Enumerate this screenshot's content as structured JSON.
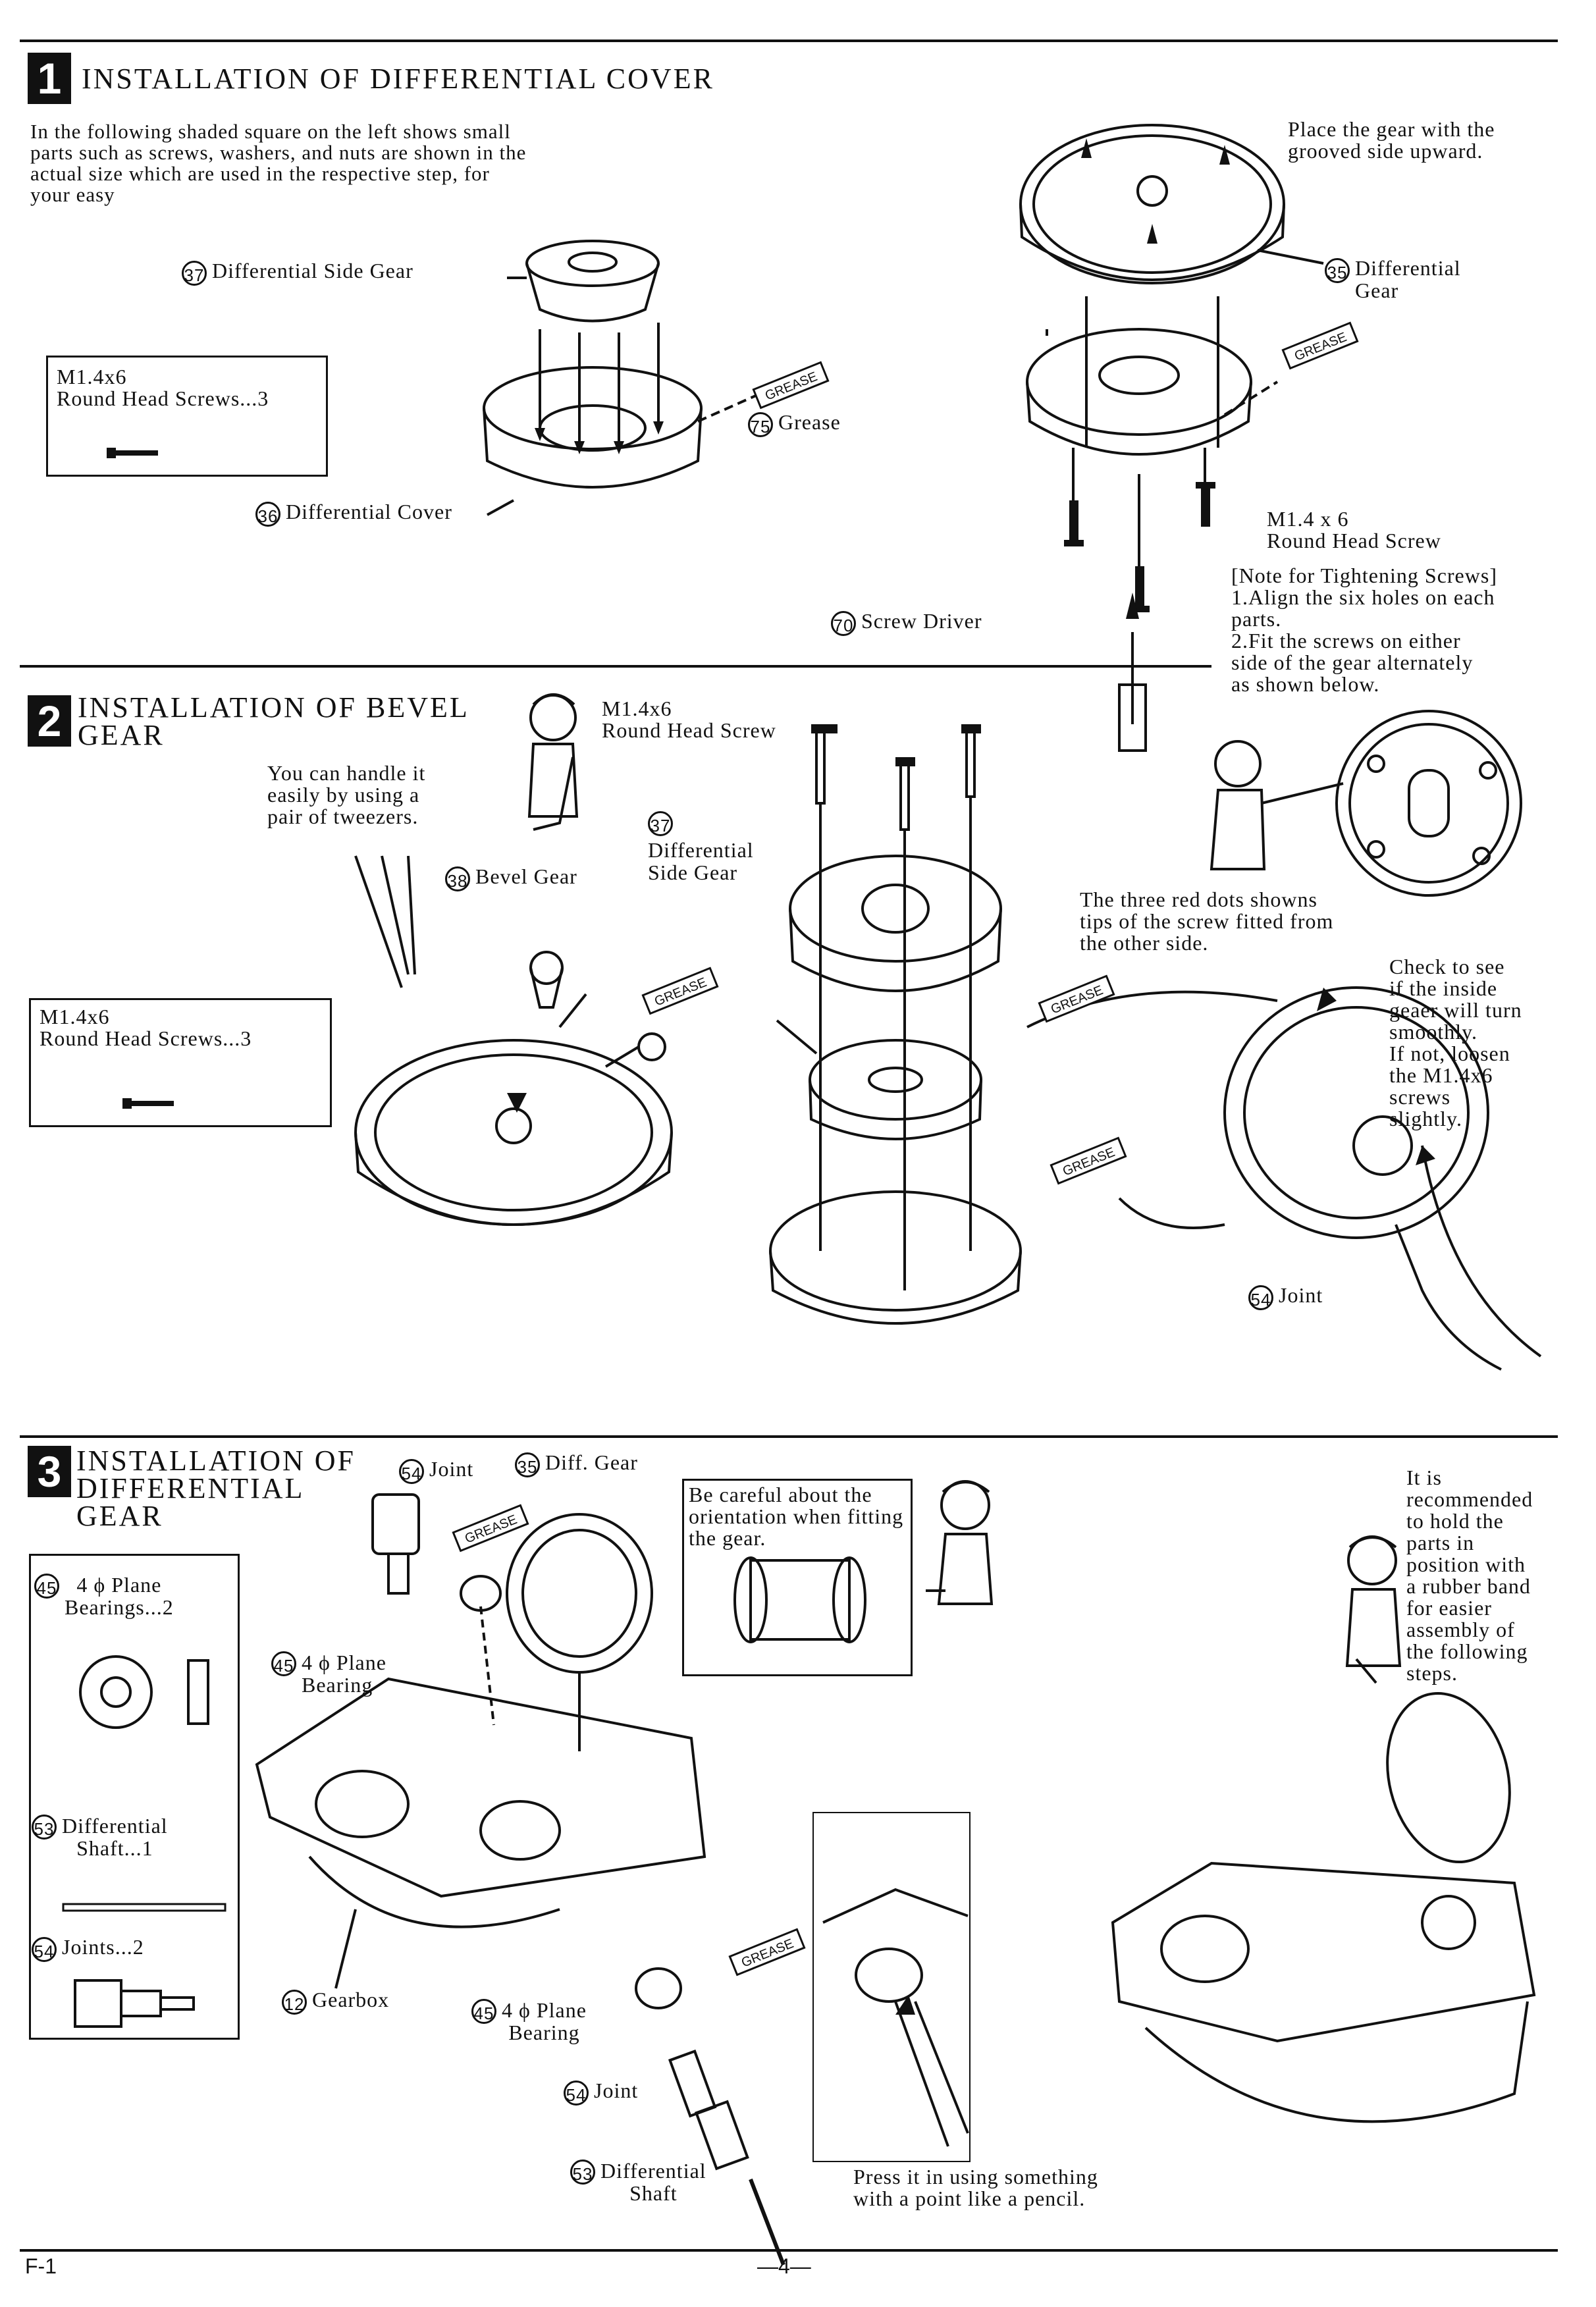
{
  "section1": {
    "number": "1",
    "title": "INSTALLATION OF DIFFERENTIAL COVER",
    "intro": "In the following shaded square on the left shows small\nparts such as screws, washers, and nuts are shown in the\nactual size which are used in the respective step, for\nyour easy",
    "parts_box": "M1.4x6\nRound Head Screws...3",
    "label_side_gear": {
      "num": "37",
      "text": "Differential Side Gear"
    },
    "label_grease": {
      "num": "75",
      "text": "Grease"
    },
    "label_cover": {
      "num": "36",
      "text": "Differential Cover"
    },
    "place_note": "Place the gear with the\ngrooved side upward.",
    "label_diff_gear": {
      "num": "35",
      "text": "Differential\nGear"
    },
    "screw_label": "M1.4 x 6\nRound Head Screw",
    "note": "[Note for Tightening Screws]\n1.Align the six holes on each\n   parts.\n2.Fit the screws on either\n   side of the gear alternately\n   as shown below.",
    "label_driver": {
      "num": "70",
      "text": "Screw Driver"
    }
  },
  "section2": {
    "number": "2",
    "title": "INSTALLATION OF BEVEL\nGEAR",
    "tweezers_note": "You can handle it\neasily by using a\npair of tweezers.",
    "parts_box": "M1.4x6\nRound Head Screws...3",
    "label_bevel": {
      "num": "38",
      "text": "Bevel Gear"
    },
    "screw_label": "M1.4x6\nRound Head Screw",
    "label_side_gear": {
      "num": "37",
      "text": "Differential\nSide Gear"
    },
    "red_dots_note": "The three red dots showns\ntips of the screw fitted from\nthe other side.",
    "check_note": "Check to see\nif the inside\ngeaer will turn\nsmoothly.\nIf not, loosen\nthe M1.4x6\nscrews\nslightly.",
    "label_joint": {
      "num": "54",
      "text": "Joint"
    }
  },
  "section3": {
    "number": "3",
    "title": "INSTALLATION OF\nDIFFERENTIAL\nGEAR",
    "parts_bearings": {
      "num": "45",
      "text": "4 ϕ  Plane\nBearings...2"
    },
    "parts_shaft": {
      "num": "53",
      "text": "Differential\nShaft...1"
    },
    "parts_joints": {
      "num": "54",
      "text": "Joints...2"
    },
    "label_joint_top": {
      "num": "54",
      "text": "Joint"
    },
    "label_diff_gear": {
      "num": "35",
      "text": "Diff. Gear"
    },
    "careful_note": "Be careful about the\norientation when fitting\nthe gear.",
    "label_bearing_top": {
      "num": "45",
      "text": "4 ϕ  Plane\nBearing"
    },
    "label_gearbox": {
      "num": "12",
      "text": "Gearbox"
    },
    "label_bearing_bottom": {
      "num": "45",
      "text": "4 ϕ  Plane\nBearing"
    },
    "label_joint_bottom": {
      "num": "54",
      "text": "Joint"
    },
    "label_shaft": {
      "num": "53",
      "text": "Differential\nShaft"
    },
    "press_note": "Press it in using something\nwith a point like a pencil.",
    "rubber_note": "It is\nrecommended\nto hold the\nparts in\nposition with\na rubber band\nfor easier\nassembly of\nthe following\nsteps."
  },
  "grease_tag": "GREASE",
  "footer": {
    "left": "F-1",
    "center": "—4—"
  }
}
